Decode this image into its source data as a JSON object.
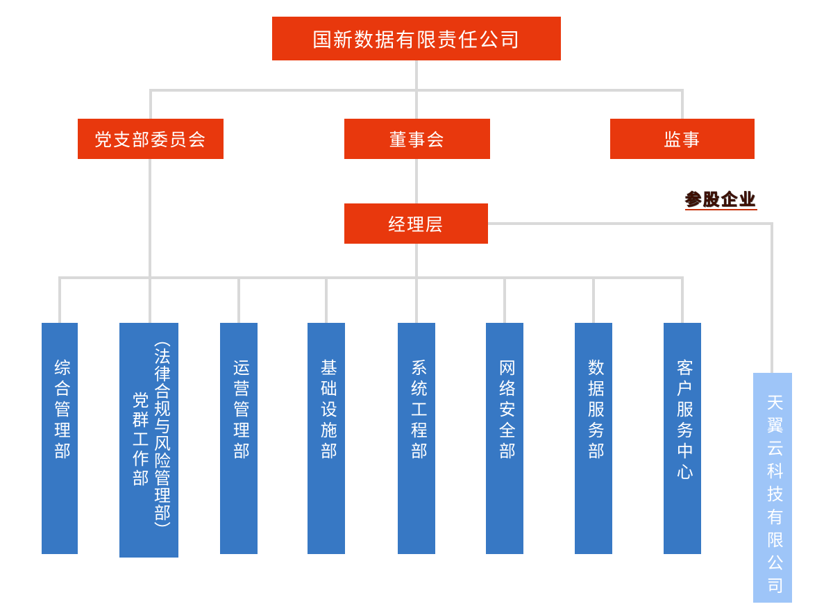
{
  "org_chart": {
    "root": {
      "label": "国新数据有限责任公司"
    },
    "governance": [
      {
        "label": "党支部委员会"
      },
      {
        "label": "董事会"
      },
      {
        "label": "监事"
      }
    ],
    "management": {
      "label": "经理层"
    },
    "invested_section": {
      "annotation": "参股企业",
      "company": "天翼云科技有限公司"
    },
    "departments": [
      {
        "label": "综合管理部"
      },
      {
        "label": "党群工作部",
        "sub_label": "（法律合规与风险管理部）"
      },
      {
        "label": "运营管理部"
      },
      {
        "label": "基础设施部"
      },
      {
        "label": "系统工程部"
      },
      {
        "label": "网络安全部"
      },
      {
        "label": "数据服务部"
      },
      {
        "label": "客户服务中心"
      }
    ],
    "colors": {
      "node_red": "#E8380D",
      "department_blue": "#3778C4",
      "invested_company_blue": "#9EC5F8",
      "connector_gray": "#D9D9D9",
      "annotation_red": "#E8380D",
      "text_white": "#FFFFFF"
    }
  }
}
